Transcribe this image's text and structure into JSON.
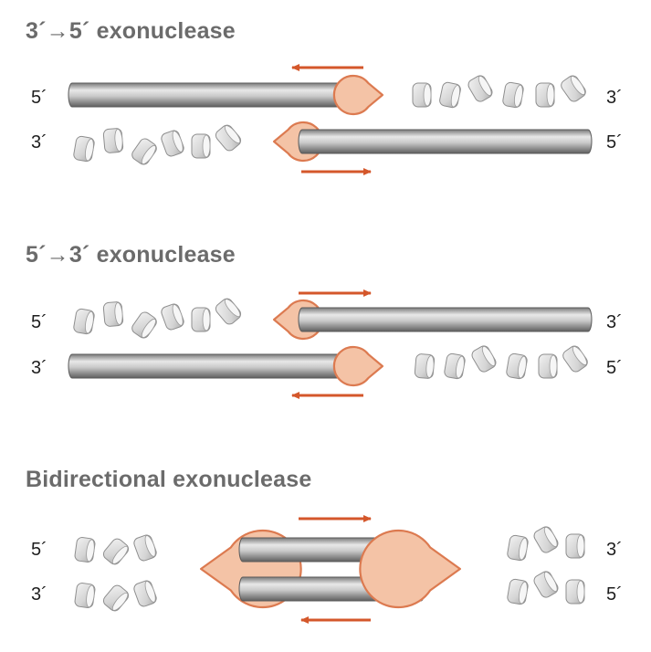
{
  "sections": [
    {
      "title": "3´→5´ exonuclease",
      "top_strand": {
        "left_end": "5´",
        "right_end": "3´"
      },
      "bottom_strand": {
        "left_end": "3´",
        "right_end": "5´"
      },
      "arrows": [
        "left",
        "right"
      ]
    },
    {
      "title": "5´→3´ exonuclease",
      "top_strand": {
        "left_end": "5´",
        "right_end": "3´"
      },
      "bottom_strand": {
        "left_end": "3´",
        "right_end": "5´"
      },
      "arrows": [
        "right",
        "left"
      ]
    },
    {
      "title": "Bidirectional exonuclease",
      "top_strand": {
        "left_end": "5´",
        "right_end": "3´"
      },
      "bottom_strand": {
        "left_end": "3´",
        "right_end": "5´"
      },
      "arrows": [
        "right",
        "left"
      ]
    }
  ],
  "colors": {
    "enzyme_fill": "#f4c3a6",
    "enzyme_stroke": "#dc7a50",
    "arrow": "#d4572b",
    "strand_dark": "#6e6e6e",
    "strand_light": "#e4e4e4",
    "nucleotide_fill": "#dedede",
    "title": "#6b6b6b"
  }
}
